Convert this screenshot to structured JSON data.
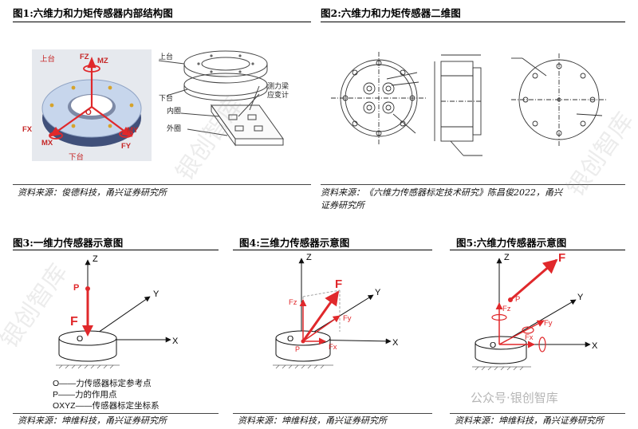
{
  "fig1": {
    "title": "图1:六维力和力矩传感器内部结构图",
    "photo_labels": {
      "top": "上台",
      "fz": "FZ",
      "mz": "MZ",
      "origin": "O",
      "fx": "FX",
      "mx": "MX",
      "my": "MY",
      "fy": "FY",
      "bottom": "下台"
    },
    "drawing_labels": {
      "top": "上台",
      "bottom": "下台",
      "beam": "测力梁",
      "gauge": "应变计",
      "inner": "内圈",
      "outer": "外圈"
    },
    "source": "资料来源：俊德科技，甬兴证券研究所"
  },
  "fig2": {
    "title": "图2:六维力和力矩传感器二维图",
    "source_line1": "资料来源：《六维力传感器标定技术研究》陈昌俊2022，甬兴",
    "source_line2": "证券研究所"
  },
  "fig3": {
    "title": "图3:一维力传感器示意图",
    "labels": {
      "z": "Z",
      "y": "Y",
      "x": "X",
      "p": "P",
      "f": "F",
      "o": "O"
    },
    "legend": [
      "O——力传感器标定参考点",
      "P——力的作用点",
      "OXYZ——传感器标定坐标系"
    ],
    "source": "资料来源：坤维科技，甬兴证券研究所"
  },
  "fig4": {
    "title": "图4:三维力传感器示意图",
    "labels": {
      "z": "Z",
      "y": "Y",
      "x": "X",
      "f": "F",
      "fz": "Fz",
      "fy": "Fy",
      "fx": "Fx",
      "p": "P",
      "o": "O"
    },
    "source": "资料来源：坤维科技，甬兴证券研究所"
  },
  "fig5": {
    "title": "图5:六维力传感器示意图",
    "labels": {
      "z": "Z",
      "y": "Y",
      "x": "X",
      "f": "F",
      "fz": "Fz",
      "fy": "Fy",
      "fx": "Fx",
      "p": "P",
      "o": "O"
    },
    "source": "资料来源：坤维科技，甬兴证券研究所"
  },
  "watermarks": [
    "银创智库",
    "银创智库",
    "银创智库"
  ],
  "badge": "公众号·银创智库",
  "colors": {
    "accent": "#e0282b",
    "drawing": "#333333",
    "rule": "#000000"
  }
}
